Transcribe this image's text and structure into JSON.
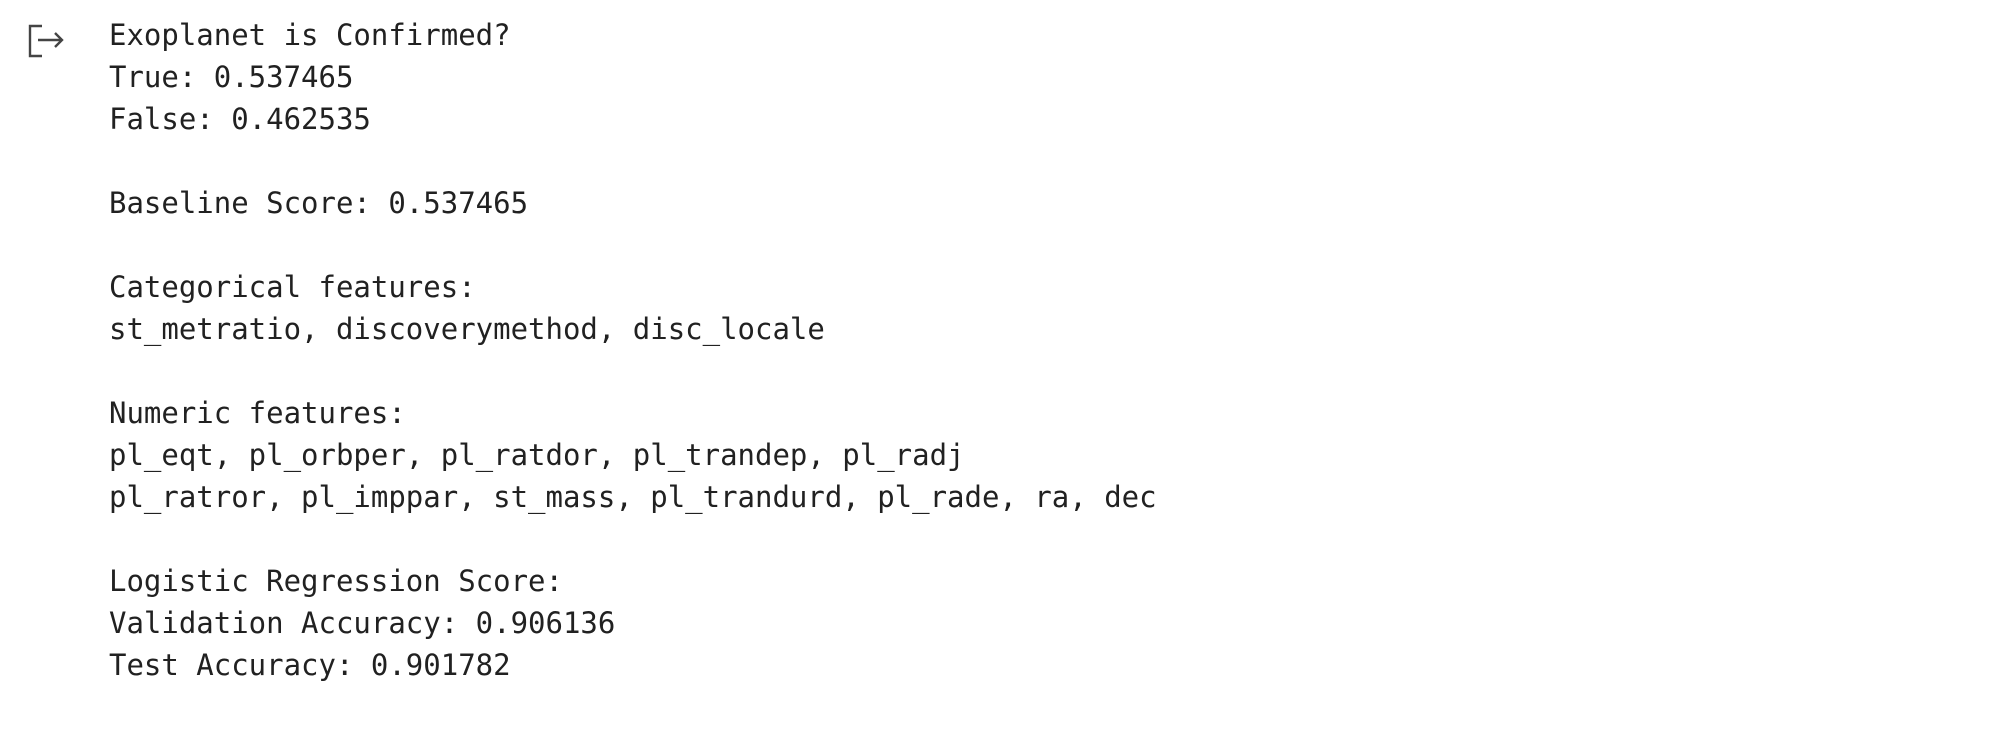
{
  "output": {
    "icon": "output-redirect-icon",
    "lines": [
      "Exoplanet is Confirmed?",
      "True: 0.537465",
      "False: 0.462535",
      "",
      "Baseline Score: 0.537465",
      "",
      "Categorical features:",
      "st_metratio, discoverymethod, disc_locale",
      "",
      "Numeric features:",
      "pl_eqt, pl_orbper, pl_ratdor, pl_trandep, pl_radj",
      "pl_ratror, pl_imppar, st_mass, pl_trandurd, pl_rade, ra, dec",
      "",
      "Logistic Regression Score:",
      "Validation Accuracy: 0.906136",
      "Test Accuracy: 0.901782"
    ]
  }
}
